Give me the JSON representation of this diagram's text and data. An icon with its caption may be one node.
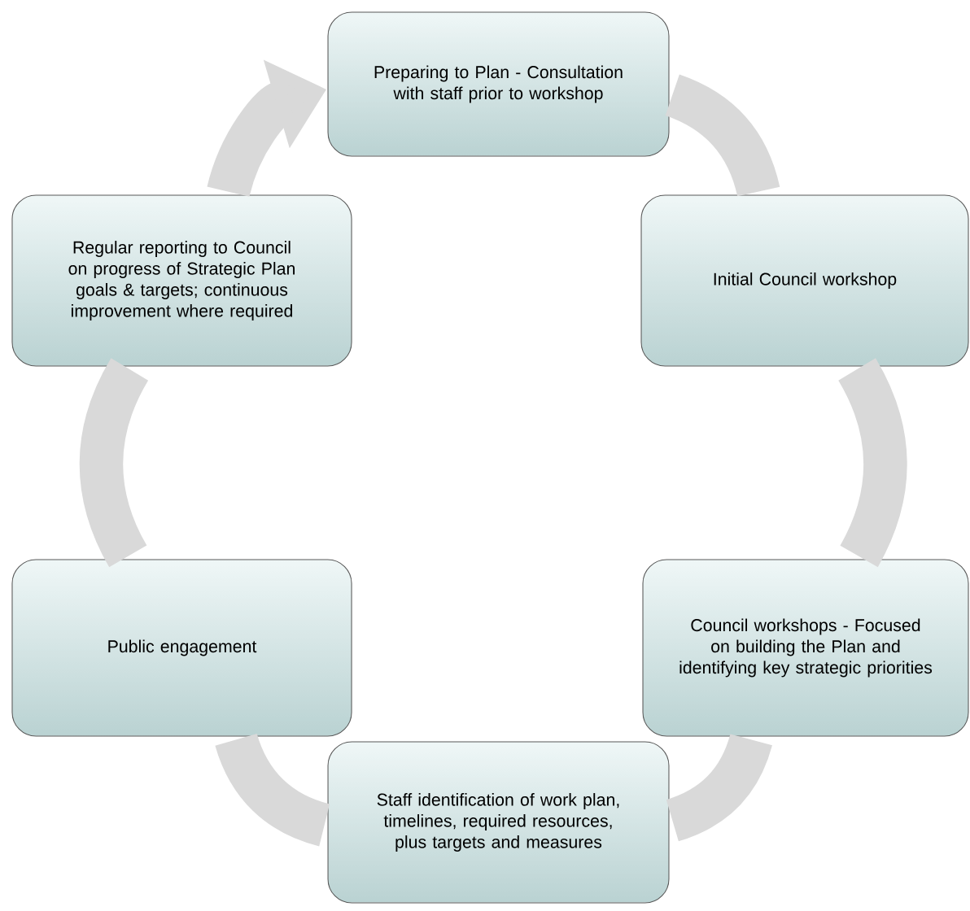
{
  "diagram": {
    "nodes": [
      {
        "text": [
          "Preparing to Plan - Consultation with staff prior to workshop"
        ]
      },
      {
        "text": [
          "Regular reporting to Council on progress of Strategic Plan goals & targets; continuous improvement where required"
        ]
      },
      {
        "text": [
          "Initial Council workshop"
        ]
      },
      {
        "text": [
          "Public engagement"
        ]
      },
      {
        "text": [
          "Council workshops - Focused on building the Plan and identifying key strategic priorities"
        ]
      },
      {
        "text": [
          "Staff identification of work plan, timelines, required resources, plus targets and measures"
        ]
      }
    ],
    "edges": [
      {
        "from": 0,
        "to": 2,
        "arrow": "none"
      },
      {
        "from": 2,
        "to": 4,
        "arrow": "none"
      },
      {
        "from": 4,
        "to": 5,
        "arrow": "none"
      },
      {
        "from": 5,
        "to": 3,
        "arrow": "none"
      },
      {
        "from": 3,
        "to": 1,
        "arrow": "none"
      },
      {
        "from": 1,
        "to": 0,
        "arrow": "to"
      }
    ]
  }
}
